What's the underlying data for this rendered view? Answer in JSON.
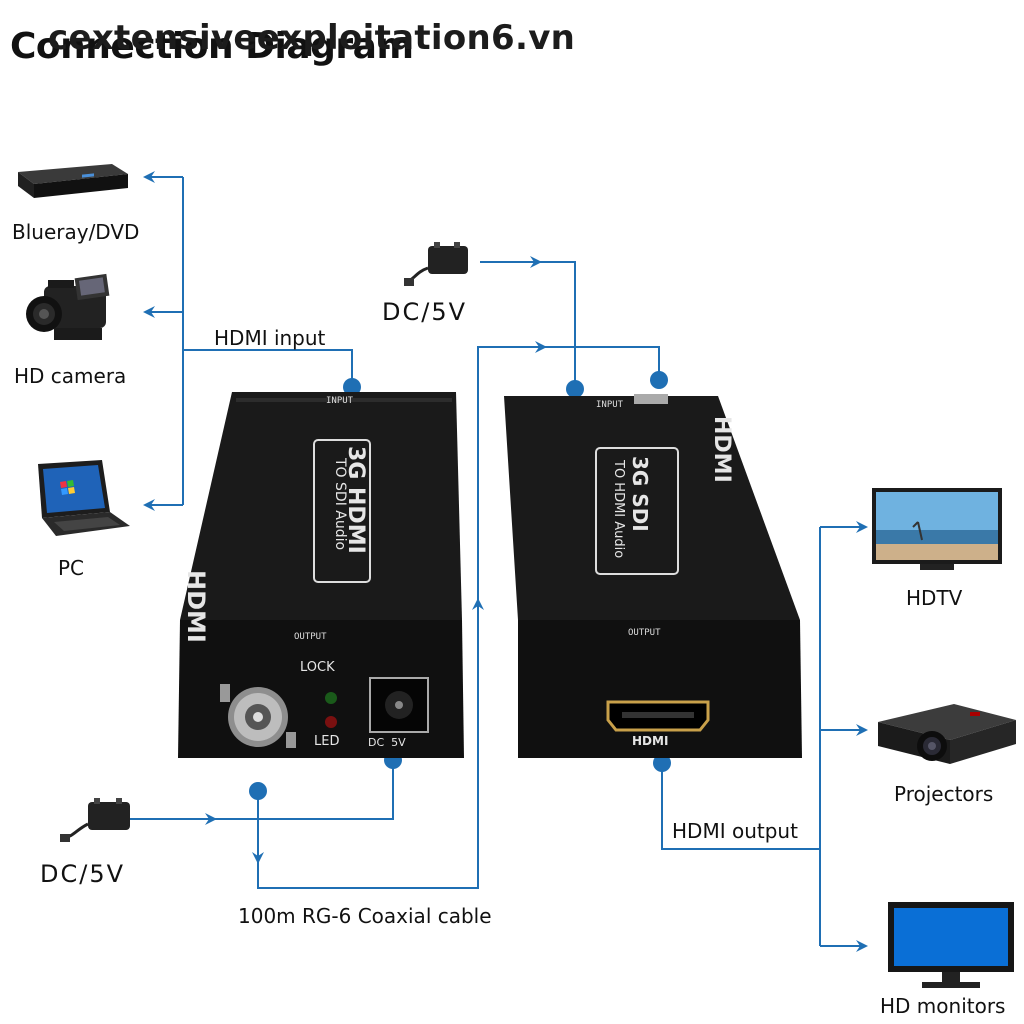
{
  "title": "Connection Diagram",
  "watermark": "cextensiveexploitation6.vn",
  "sources": [
    {
      "label": "Blueray/DVD",
      "icon": "bluray-player-icon"
    },
    {
      "label": "HD camera",
      "icon": "video-camera-icon"
    },
    {
      "label": "PC",
      "icon": "laptop-icon"
    }
  ],
  "outputs": [
    {
      "label": "HDTV",
      "icon": "tv-icon"
    },
    {
      "label": "Projectors",
      "icon": "projector-icon"
    },
    {
      "label": "HD monitors",
      "icon": "monitor-icon"
    }
  ],
  "connections": {
    "hdmi_input": "HDMI input",
    "hdmi_output": "HDMI output",
    "coax": "100m RG-6 Coaxial cable",
    "power_left": "DC/5V",
    "power_right": "DC/5V"
  },
  "left_device": {
    "brand": "HDMI",
    "model_line1": "3G HDMI",
    "model_line2": "TO SDI Audio",
    "top_port": "INPUT",
    "front_port": "OUTPUT",
    "led_top": "LOCK",
    "led_bottom": "LED",
    "dc_label": "DC  5V"
  },
  "right_device": {
    "brand": "HDMI",
    "model_line1": "3G SDI",
    "model_line2": "TO HDMI Audio",
    "top_port": "INPUT",
    "front_port": "OUTPUT",
    "hdmi_port": "HDMI"
  },
  "colors": {
    "wire": "#1f6fb4",
    "device": "#161616",
    "background": "#ffffff"
  }
}
